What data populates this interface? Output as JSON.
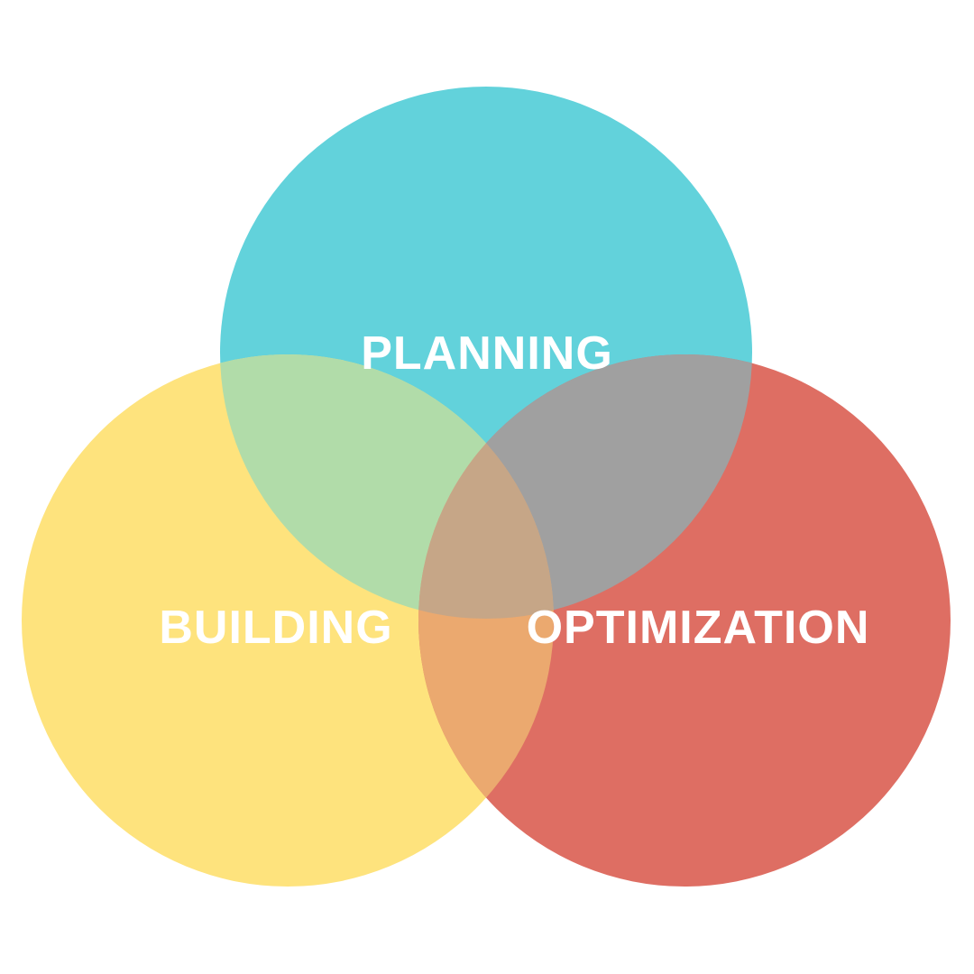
{
  "diagram": {
    "type": "venn",
    "sets": [
      {
        "label": "PLANNING",
        "color": "#62D2DB"
      },
      {
        "label": "BUILDING",
        "color": "#FEE37D"
      },
      {
        "label": "OPTIMIZATION",
        "color": "#DE6E63"
      }
    ],
    "overlap_colors": {
      "planning_building": "#B1DCA9",
      "planning_optimization": "#A0A0A0",
      "building_optimization": "#EBA96F",
      "all": "#C6A687"
    }
  }
}
